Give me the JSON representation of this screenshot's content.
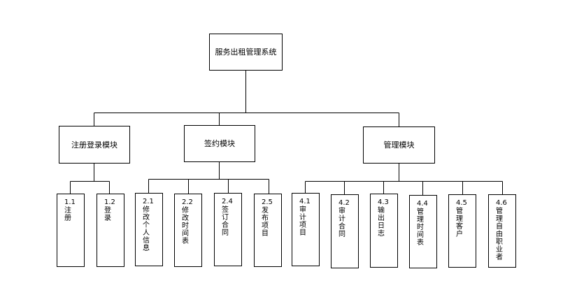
{
  "root": {
    "label": "服务出租管理系统"
  },
  "modules": [
    {
      "label": "注册登录模块"
    },
    {
      "label": "签约模块"
    },
    {
      "label": "管理模块"
    }
  ],
  "leaves": [
    {
      "num": "1.1",
      "text": "注册"
    },
    {
      "num": "1.2",
      "text": "登录"
    },
    {
      "num": "2.1",
      "text": "修改个人信息"
    },
    {
      "num": "2.2",
      "text": "修改时间表"
    },
    {
      "num": "2.4",
      "text": "签订合同"
    },
    {
      "num": "2.5",
      "text": "发布项目"
    },
    {
      "num": "4.1",
      "text": "审计项目"
    },
    {
      "num": "4.2",
      "text": "审计合同"
    },
    {
      "num": "4.3",
      "text": "输出日志"
    },
    {
      "num": "4.4",
      "text": "管理时间表"
    },
    {
      "num": "4.5",
      "text": "管理客户"
    },
    {
      "num": "4.6",
      "text": "管理自由职业者"
    }
  ]
}
